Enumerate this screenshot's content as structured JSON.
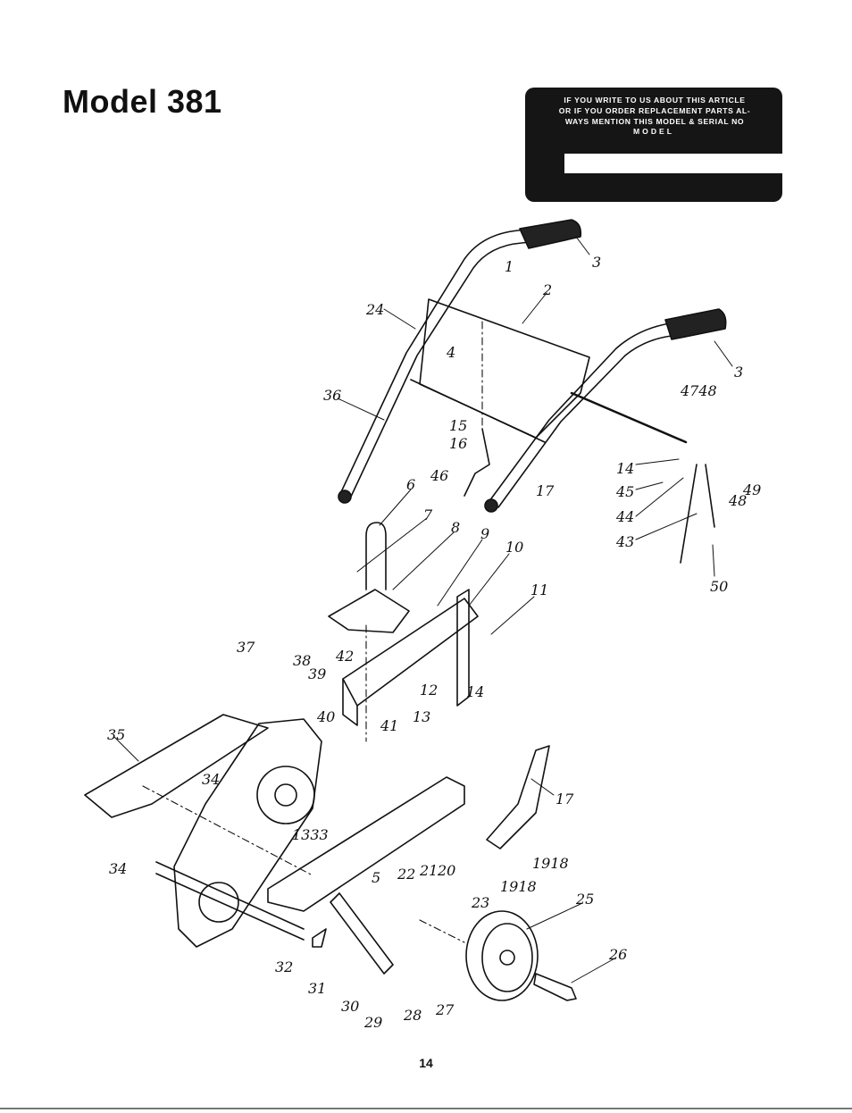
{
  "page": {
    "title": "Model 381",
    "page_number": "14"
  },
  "notice_box": {
    "lines": [
      "IF YOU WRITE TO US ABOUT THIS ARTICLE",
      "OR IF YOU ORDER REPLACEMENT PARTS AL-",
      "WAYS MENTION THIS MODEL & SERIAL NO"
    ],
    "model_label": "MODEL",
    "field_value": ""
  },
  "diagram": {
    "callouts": [
      "1",
      "2",
      "3",
      "3",
      "4",
      "24",
      "36",
      "15",
      "16",
      "46",
      "17",
      "4748",
      "14",
      "45",
      "44",
      "43",
      "48",
      "49",
      "50",
      "6",
      "7",
      "8",
      "9",
      "10",
      "11",
      "37",
      "38",
      "39",
      "42",
      "12",
      "14",
      "40",
      "35",
      "41",
      "13",
      "34",
      "17",
      "1333",
      "5",
      "22",
      "21",
      "20",
      "1918",
      "1918",
      "34",
      "23",
      "25",
      "26",
      "32",
      "31",
      "30",
      "29",
      "28",
      "27"
    ]
  }
}
